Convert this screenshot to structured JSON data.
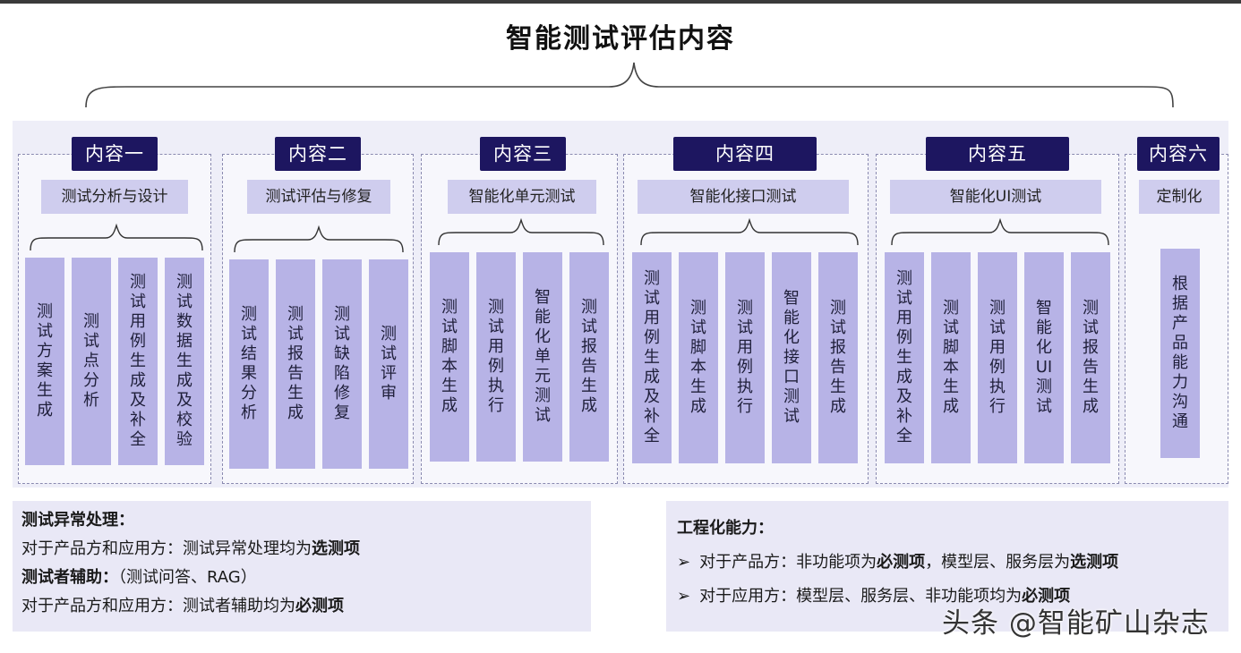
{
  "title": "智能测试评估内容",
  "groups": [
    {
      "label": "内容一",
      "sub": "测试分析与设计",
      "cols": [
        "测试方案生成",
        "测试点分析",
        "测试用例生成及补全",
        "测试数据生成及校验"
      ]
    },
    {
      "label": "内容二",
      "sub": "测试评估与修复",
      "cols": [
        "测试结果分析",
        "测试报告生成",
        "测试缺陷修复",
        "测试评审"
      ]
    },
    {
      "label": "内容三",
      "sub": "智能化单元测试",
      "cols": [
        "测试脚本生成",
        "测试用例执行",
        "智能化单元测试",
        "测试报告生成"
      ]
    },
    {
      "label": "内容四",
      "sub": "智能化接口测试",
      "cols": [
        "测试用例生成及补全",
        "测试脚本生成",
        "测试用例执行",
        "智能化接口测试",
        "测试报告生成"
      ]
    },
    {
      "label": "内容五",
      "sub": "智能化UI测试",
      "cols": [
        "测试用例生成及补全",
        "测试脚本生成",
        "测试用例执行",
        "智能化UI测试",
        "测试报告生成"
      ]
    },
    {
      "label": "内容六",
      "sub": "定制化",
      "cols": [
        "根据产品能力沟通"
      ]
    }
  ],
  "left_note": {
    "heading1": "测试异常处理：",
    "line1_prefix": "对于产品方和应用方：测试异常处理均为",
    "line1_bold": "选测项",
    "heading2": "测试者辅助：",
    "heading2_rest": "（测试问答、RAG）",
    "line2_prefix": "对于产品方和应用方：测试者辅助均为",
    "line2_bold": "必测项"
  },
  "right_note": {
    "heading": "工程化能力：",
    "bullet": "➢",
    "item1_a": "对于产品方：非功能项为",
    "item1_b": "必测项",
    "item1_c": "，模型层、服务层为",
    "item1_d": "选测项",
    "item2_a": "对于应用方：模型层、服务层、非功能项均为",
    "item2_b": "必测项"
  },
  "watermark": "头条 @智能矿山杂志"
}
